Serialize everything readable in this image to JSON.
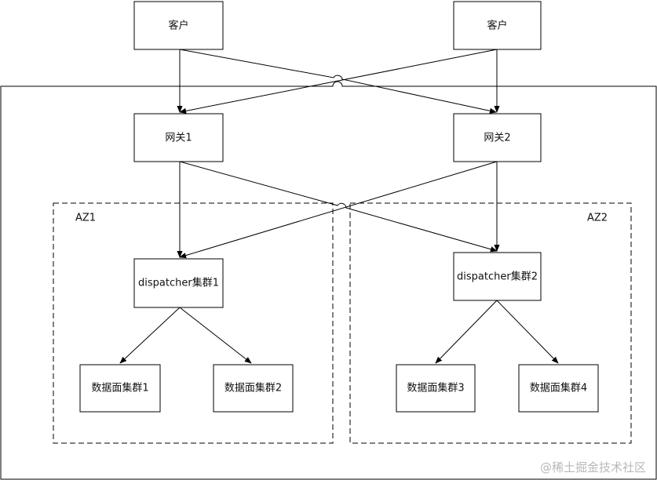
{
  "nodes": {
    "client_left": {
      "label": "客户"
    },
    "client_right": {
      "label": "客户"
    },
    "gateway_1": {
      "label": "网关1"
    },
    "gateway_2": {
      "label": "网关2"
    },
    "dispatcher_1": {
      "label": "dispatcher集群1"
    },
    "dispatcher_2": {
      "label": "dispatcher集群2"
    },
    "data_plane_1": {
      "label": "数据面集群1"
    },
    "data_plane_2": {
      "label": "数据面集群2"
    },
    "data_plane_3": {
      "label": "数据面集群3"
    },
    "data_plane_4": {
      "label": "数据面集群4"
    }
  },
  "zones": {
    "az1": {
      "label": "AZ1"
    },
    "az2": {
      "label": "AZ2"
    }
  },
  "edges": [
    {
      "from": "client_left",
      "to": "gateway_1"
    },
    {
      "from": "client_left",
      "to": "gateway_2"
    },
    {
      "from": "client_right",
      "to": "gateway_1"
    },
    {
      "from": "client_right",
      "to": "gateway_2"
    },
    {
      "from": "gateway_1",
      "to": "dispatcher_1"
    },
    {
      "from": "gateway_1",
      "to": "dispatcher_2"
    },
    {
      "from": "gateway_2",
      "to": "dispatcher_1"
    },
    {
      "from": "gateway_2",
      "to": "dispatcher_2"
    },
    {
      "from": "dispatcher_1",
      "to": "data_plane_1"
    },
    {
      "from": "dispatcher_1",
      "to": "data_plane_2"
    },
    {
      "from": "dispatcher_2",
      "to": "data_plane_3"
    },
    {
      "from": "dispatcher_2",
      "to": "data_plane_4"
    }
  ],
  "watermark": "@稀土掘金技术社区"
}
